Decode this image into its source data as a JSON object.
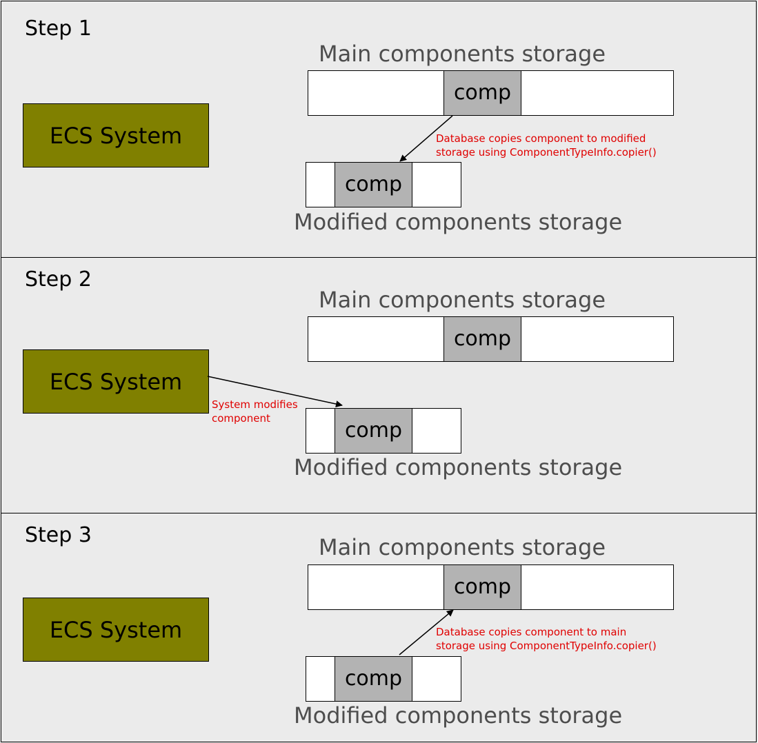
{
  "steps": [
    {
      "title": "Step 1",
      "system_label": "ECS System",
      "main_storage_label": "Main components storage",
      "modified_storage_label": "Modified components storage",
      "main_comp_label": "comp",
      "modified_comp_label": "comp",
      "note_lines": [
        "Database copies component to modified",
        "storage using ComponentTypeInfo.copier()"
      ]
    },
    {
      "title": "Step 2",
      "system_label": "ECS System",
      "main_storage_label": "Main components storage",
      "modified_storage_label": "Modified components storage",
      "main_comp_label": "comp",
      "modified_comp_label": "comp",
      "note_lines": [
        "System modifies",
        "component"
      ]
    },
    {
      "title": "Step 3",
      "system_label": "ECS System",
      "main_storage_label": "Main components storage",
      "modified_storage_label": "Modified components storage",
      "main_comp_label": "comp",
      "modified_comp_label": "comp",
      "note_lines": [
        "Database copies component to main",
        "storage using ComponentTypeInfo.copier()"
      ]
    }
  ],
  "colors": {
    "system_fill": "#808000",
    "comp_fill": "#b3b3b3",
    "note_text": "#e00000",
    "storage_label_text": "#4d4d4d",
    "background": "#ebebeb"
  }
}
